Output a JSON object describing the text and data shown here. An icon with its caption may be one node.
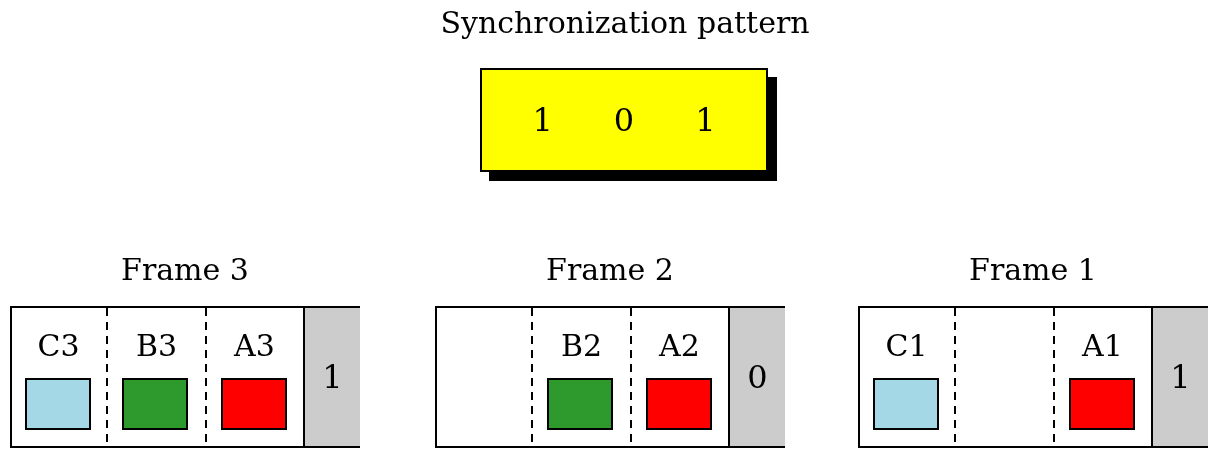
{
  "diagram": {
    "nodes": [
      {
        "text": [
          "Synchronization pattern",
          "1",
          "0",
          "1"
        ]
      },
      {
        "text": [
          "Frame 3"
        ]
      },
      {
        "text": [
          "C3"
        ],
        "in": 1
      },
      {
        "text": [],
        "shape": "box",
        "in": 2
      },
      {
        "text": [
          "B3"
        ],
        "in": 1
      },
      {
        "text": [],
        "shape": "box",
        "in": 4
      },
      {
        "text": [
          "A3"
        ],
        "in": 1
      },
      {
        "text": [],
        "shape": "box",
        "in": 6
      },
      {
        "text": [
          "1"
        ],
        "in": 1
      },
      {
        "text": [
          "Frame 2"
        ]
      },
      {
        "text": [
          "B2"
        ],
        "in": 9
      },
      {
        "text": [],
        "shape": "box",
        "in": 10
      },
      {
        "text": [
          "A2"
        ],
        "in": 9
      },
      {
        "text": [],
        "shape": "box",
        "in": 12
      },
      {
        "text": [
          "0"
        ],
        "in": 9
      },
      {
        "text": [
          "Frame 1"
        ]
      },
      {
        "text": [
          "C1"
        ],
        "in": 15
      },
      {
        "text": [],
        "shape": "box",
        "in": 16
      },
      {
        "text": [
          "A1"
        ],
        "in": 15
      },
      {
        "text": [],
        "shape": "box",
        "in": 18
      },
      {
        "text": [
          "1"
        ],
        "in": 15
      }
    ]
  }
}
